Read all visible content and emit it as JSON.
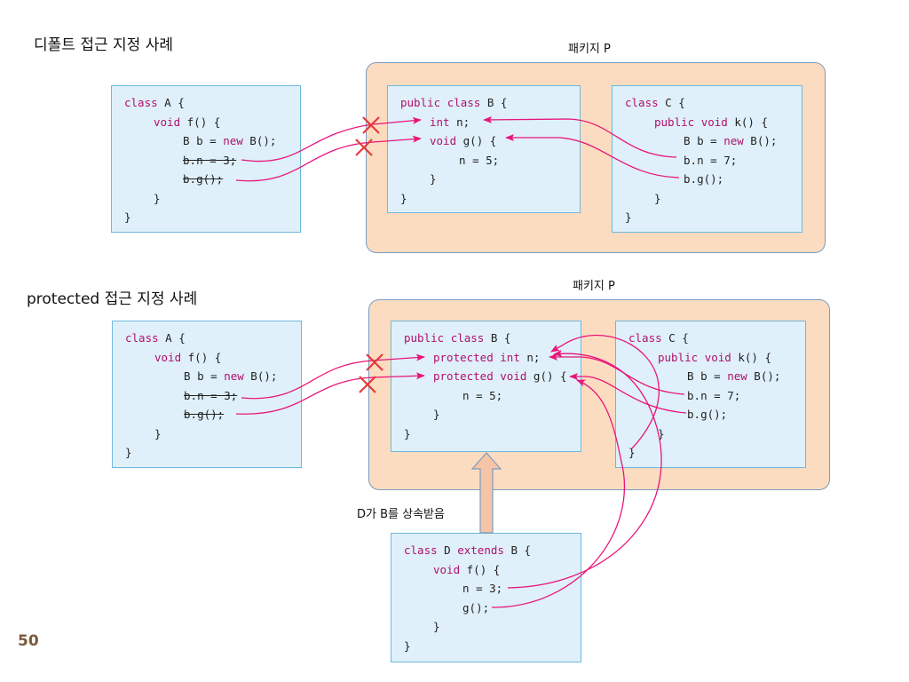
{
  "titles": {
    "default": "디폴트 접근 지정 사례",
    "protected": "protected 접근 지정 사례"
  },
  "package_label": "패키지 P",
  "inherit_label": "D가 B를 상속받음",
  "page_number": "50",
  "colors": {
    "package_fill": "#fbdcc0",
    "class_fill": "#dff0fa",
    "class_border": "#6fb8dd",
    "arrow": "#e8157a",
    "cross": "#e53a3a",
    "inherit_arrow_fill": "#f6c4a6"
  },
  "diagram1": {
    "classA": [
      {
        "text": "class A {",
        "indent": 0,
        "strike": false
      },
      {
        "text": "void f() {",
        "indent": 1,
        "strike": false
      },
      {
        "text": "B b = new B();",
        "indent": 2,
        "strike": false
      },
      {
        "text": "b.n = 3;",
        "indent": 2,
        "strike": true
      },
      {
        "text": "b.g();",
        "indent": 2,
        "strike": true
      },
      {
        "text": "}",
        "indent": 1,
        "strike": false
      },
      {
        "text": "}",
        "indent": 0,
        "strike": false
      }
    ],
    "classB": [
      {
        "text": "public class B {",
        "indent": 0
      },
      {
        "text": "int n;",
        "indent": 1
      },
      {
        "text": "void g() {",
        "indent": 1
      },
      {
        "text": "n = 5;",
        "indent": 2
      },
      {
        "text": "}",
        "indent": 1
      },
      {
        "text": "}",
        "indent": 0
      }
    ],
    "classC": [
      {
        "text": "class C {",
        "indent": 0
      },
      {
        "text": "public void k() {",
        "indent": 1
      },
      {
        "text": "B b = new B();",
        "indent": 2
      },
      {
        "text": "b.n = 7;",
        "indent": 2
      },
      {
        "text": "b.g();",
        "indent": 2
      },
      {
        "text": "}",
        "indent": 1
      },
      {
        "text": "}",
        "indent": 0
      }
    ]
  },
  "diagram2": {
    "classA": [
      {
        "text": "class A {",
        "indent": 0,
        "strike": false
      },
      {
        "text": "void f() {",
        "indent": 1,
        "strike": false
      },
      {
        "text": "B b = new B();",
        "indent": 2,
        "strike": false
      },
      {
        "text": "b.n = 3;",
        "indent": 2,
        "strike": true
      },
      {
        "text": "b.g();",
        "indent": 2,
        "strike": true
      },
      {
        "text": "}",
        "indent": 1,
        "strike": false
      },
      {
        "text": "}",
        "indent": 0,
        "strike": false
      }
    ],
    "classB": [
      {
        "text": "public class B {",
        "indent": 0
      },
      {
        "text": "protected int n;",
        "indent": 1
      },
      {
        "text": "protected void g() {",
        "indent": 1
      },
      {
        "text": "n = 5;",
        "indent": 2
      },
      {
        "text": "}",
        "indent": 1
      },
      {
        "text": "}",
        "indent": 0
      }
    ],
    "classC": [
      {
        "text": "class C {",
        "indent": 0
      },
      {
        "text": "public void k() {",
        "indent": 1
      },
      {
        "text": "B b = new B();",
        "indent": 2
      },
      {
        "text": "b.n = 7;",
        "indent": 2
      },
      {
        "text": "b.g();",
        "indent": 2
      },
      {
        "text": "}",
        "indent": 1
      },
      {
        "text": "}",
        "indent": 0
      }
    ],
    "classD": [
      {
        "text": "class D extends B {",
        "indent": 0
      },
      {
        "text": "void f() {",
        "indent": 1
      },
      {
        "text": "n = 3;",
        "indent": 2
      },
      {
        "text": "g();",
        "indent": 2
      },
      {
        "text": "}",
        "indent": 1
      },
      {
        "text": "}",
        "indent": 0
      }
    ]
  }
}
